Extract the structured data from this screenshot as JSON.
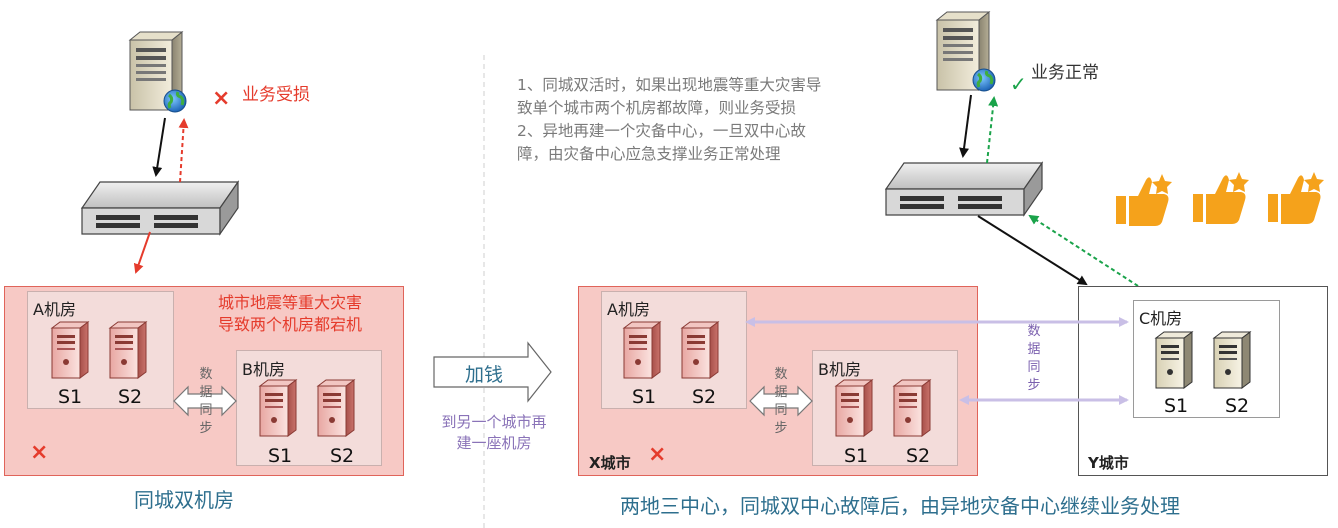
{
  "left": {
    "status_label": "业务受损",
    "disaster_note_line1": "城市地震等重大灾害",
    "disaster_note_line2": "导致两个机房都宕机",
    "room_a": {
      "title": "A机房",
      "s1": "S1",
      "s2": "S2"
    },
    "room_b": {
      "title": "B机房",
      "s1": "S1",
      "s2": "S2"
    },
    "sync_chars": [
      "数",
      "据",
      "同",
      "步"
    ],
    "caption": "同城双机房",
    "fail_mark": "×"
  },
  "middle": {
    "arrow_label": "加钱",
    "arrow_note_line1": "到另一个城市再",
    "arrow_note_line2": "建一座机房",
    "note_line1": "1、同城双活时，如果出现地震等重大灾害导",
    "note_line2": "致单个城市两个机房都故障，则业务受损",
    "note_line3": "2、异地再建一个灾备中心，一旦双中心故",
    "note_line4": "障，由灾备中心应急支撑业务正常处理"
  },
  "right": {
    "status_label": "业务正常",
    "ok_mark": "✓",
    "x_city": {
      "label": "X城市",
      "fail_mark": "×"
    },
    "y_city": {
      "label": "Y城市"
    },
    "room_a": {
      "title": "A机房",
      "s1": "S1",
      "s2": "S2"
    },
    "room_b": {
      "title": "B机房",
      "s1": "S1",
      "s2": "S2"
    },
    "room_c": {
      "title": "C机房",
      "s1": "S1",
      "s2": "S2"
    },
    "sync_chars_ab": [
      "数",
      "据",
      "同",
      "步"
    ],
    "sync_chars_c": [
      "数",
      "据",
      "同",
      "步"
    ],
    "caption": "两地三中心，同城双中心故障后，由异地灾备中心继续业务处理",
    "thumbs_icon": "thumbs-up-star-icon"
  },
  "colors": {
    "red": "#e53b2c",
    "green": "#1aa34a",
    "caption_blue": "#2e6f8e",
    "thumbs_orange": "#f5a21b"
  }
}
